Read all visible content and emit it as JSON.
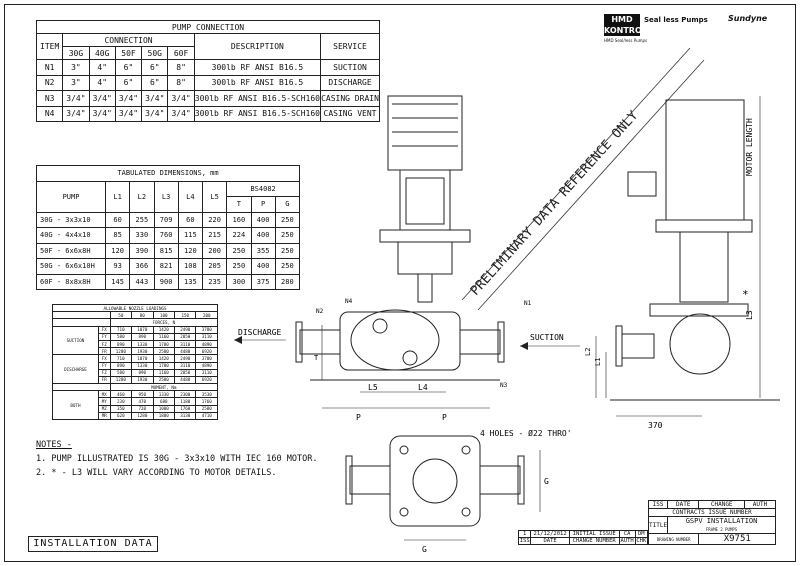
{
  "pump_connection": {
    "title": "PUMP CONNECTION",
    "col_item": "ITEM",
    "col_connection": "CONNECTION",
    "col_description": "DESCRIPTION",
    "col_service": "SERVICE",
    "sizes": [
      "30G",
      "40G",
      "50F",
      "50G",
      "60F"
    ],
    "rows": [
      {
        "item": "N1",
        "sizes": [
          "3\"",
          "4\"",
          "6\"",
          "6\"",
          "8\""
        ],
        "description": "300lb RF ANSI B16.5",
        "service": "SUCTION"
      },
      {
        "item": "N2",
        "sizes": [
          "3\"",
          "4\"",
          "6\"",
          "6\"",
          "8\""
        ],
        "description": "300lb RF ANSI B16.5",
        "service": "DISCHARGE"
      },
      {
        "item": "N3",
        "sizes": [
          "3/4\"",
          "3/4\"",
          "3/4\"",
          "3/4\"",
          "3/4\""
        ],
        "description": "300lb RF ANSI B16.5-SCH160",
        "service": "CASING DRAIN"
      },
      {
        "item": "N4",
        "sizes": [
          "3/4\"",
          "3/4\"",
          "3/4\"",
          "3/4\"",
          "3/4\""
        ],
        "description": "300lb RF ANSI B16.5-SCH160",
        "service": "CASING VENT"
      }
    ]
  },
  "tabulated": {
    "title": "TABULATED DIMENSIONS, mm",
    "col_pump": "PUMP",
    "cols": [
      "L1",
      "L2",
      "L3",
      "L4",
      "L5"
    ],
    "bs_title": "BS4082",
    "bs_cols": [
      "T",
      "P",
      "G"
    ],
    "rows": [
      {
        "pump": "30G - 3x3x10",
        "vals": [
          "60",
          "255",
          "709",
          "60",
          "220"
        ],
        "bs": [
          "160",
          "400",
          "250"
        ]
      },
      {
        "pump": "40G - 4x4x10",
        "vals": [
          "85",
          "330",
          "760",
          "115",
          "215"
        ],
        "bs": [
          "224",
          "400",
          "250"
        ]
      },
      {
        "pump": "50F - 6x6x8H",
        "vals": [
          "120",
          "390",
          "815",
          "120",
          "200"
        ],
        "bs": [
          "250",
          "355",
          "250"
        ]
      },
      {
        "pump": "50G - 6x6x10H",
        "vals": [
          "93",
          "366",
          "821",
          "108",
          "205"
        ],
        "bs": [
          "250",
          "400",
          "250"
        ]
      },
      {
        "pump": "60F - 8x8x8H",
        "vals": [
          "145",
          "443",
          "900",
          "135",
          "235"
        ],
        "bs": [
          "300",
          "375",
          "280"
        ]
      }
    ]
  },
  "nozzle": {
    "title": "ALLOWABLE NOZZLE LOADINGS",
    "sizes": [
      "50",
      "80",
      "100",
      "150",
      "200"
    ],
    "forces_title": "FORCES, N",
    "moment_title": "MOMENT, Nm",
    "groups": [
      {
        "name": "SUCTION",
        "rows": [
          {
            "k": "FX",
            "v": [
              "710",
              "1070",
              "1420",
              "2490",
              "3780"
            ]
          },
          {
            "k": "FY",
            "v": [
              "580",
              "890",
              "1160",
              "2050",
              "3110"
            ]
          },
          {
            "k": "FZ",
            "v": [
              "890",
              "1330",
              "1780",
              "3110",
              "4890"
            ]
          },
          {
            "k": "FR",
            "v": [
              "1280",
              "1930",
              "2580",
              "4480",
              "6920"
            ]
          }
        ]
      },
      {
        "name": "DISCHARGE",
        "rows": [
          {
            "k": "FX",
            "v": [
              "710",
              "1070",
              "1420",
              "2490",
              "3780"
            ]
          },
          {
            "k": "FY",
            "v": [
              "890",
              "1330",
              "1780",
              "3110",
              "4890"
            ]
          },
          {
            "k": "FZ",
            "v": [
              "580",
              "890",
              "1160",
              "2050",
              "3110"
            ]
          },
          {
            "k": "FR",
            "v": [
              "1280",
              "1930",
              "2580",
              "4480",
              "6920"
            ]
          }
        ]
      },
      {
        "name": "BOTH",
        "rows": [
          {
            "k": "MX",
            "v": [
              "460",
              "950",
              "1330",
              "2300",
              "3530"
            ]
          },
          {
            "k": "MY",
            "v": [
              "230",
              "470",
              "680",
              "1180",
              "1760"
            ]
          },
          {
            "k": "MZ",
            "v": [
              "350",
              "720",
              "1000",
              "1760",
              "2580"
            ]
          },
          {
            "k": "MR",
            "v": [
              "620",
              "1280",
              "1800",
              "3130",
              "4710"
            ]
          }
        ]
      }
    ]
  },
  "notes": {
    "heading": "NOTES -",
    "items": [
      "1. PUMP ILLUSTRATED IS 30G - 3x3x10 WITH IEC 160 MOTOR.",
      "2. * - L3 WILL VARY ACCORDING TO MOTOR DETAILS."
    ]
  },
  "drawing": {
    "watermark": "PRELIMINARY DATA REFERENCE ONLY",
    "discharge": "DISCHARGE",
    "suction": "SUCTION",
    "motor_length": "MOTOR LENGTH",
    "holes": "4 HOLES - Ø22 THRO'",
    "dims": {
      "p": "P",
      "l5": "L5",
      "l4": "L4",
      "l1": "L1",
      "l2": "L2",
      "l3": "L3",
      "t": "T",
      "g": "G",
      "d370": "370",
      "star": "*"
    },
    "nozzles": [
      "N1",
      "N2",
      "N3",
      "N4"
    ]
  },
  "logo": {
    "brand": "HMD KONTRO",
    "tagline": "Seal less Pumps",
    "partner": "Sundyne",
    "company": "HMD Seal/less Pumps"
  },
  "title_block": {
    "iss": "ISS",
    "date": "DATE",
    "change": "CHANGE",
    "auth": "AUTH",
    "contracts": "CONTRACTS ISSUE NUMBER",
    "title_label": "TITLE",
    "title": "GSPV INSTALLATION",
    "subtitle": "FRAME 2 PUMPS",
    "drawing_no_label": "DRAWING NUMBER",
    "drawing_no": "X9751"
  },
  "revision": {
    "iss_no": "1",
    "date": "21/12/2012",
    "change": "INITIAL ISSUE",
    "auth": "CA",
    "chk": "DM",
    "h_iss": "ISS",
    "h_date": "DATE",
    "h_change": "CHANGE NUMBER",
    "h_auth": "AUTH",
    "h_chk": "CHK"
  },
  "install_label": "INSTALLATION DATA",
  "colors": {
    "line": "#222222",
    "watermark": "#cfd6df"
  }
}
